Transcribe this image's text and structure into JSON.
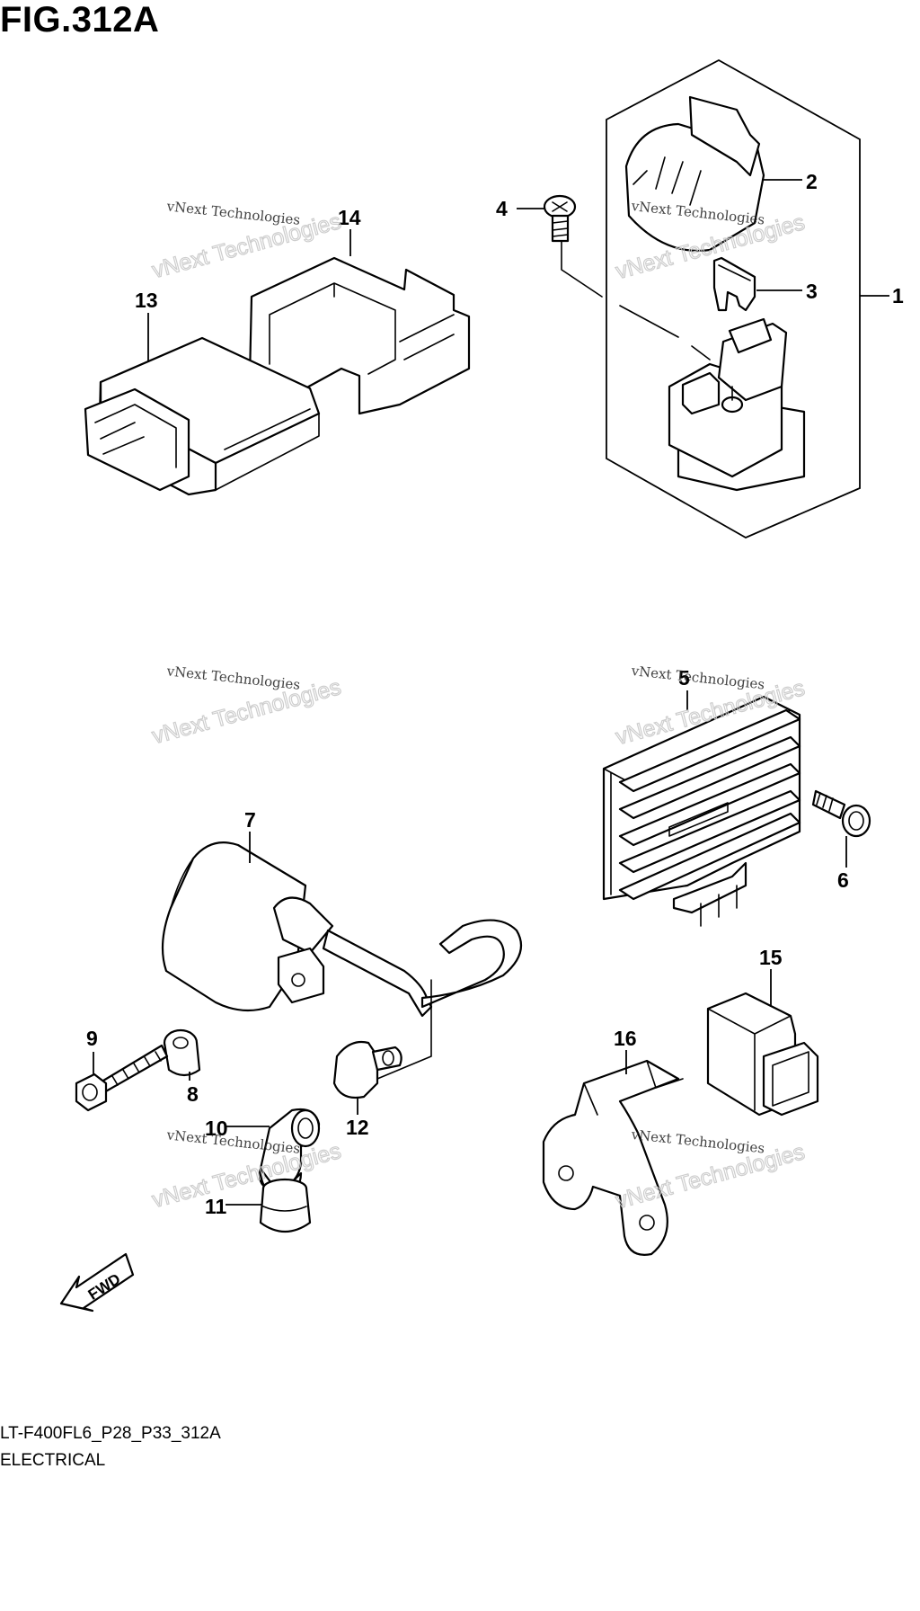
{
  "figure": {
    "title": "FIG.312A",
    "code": "LT-F400FL6_P28_P33_312A",
    "category": "ELECTRICAL"
  },
  "watermark": {
    "line1": "vNext Technologies",
    "line2": "vNext Technologies"
  },
  "fwd_label": "FWD",
  "callouts": {
    "c1": "1",
    "c2": "2",
    "c3": "3",
    "c4": "4",
    "c5": "5",
    "c6": "6",
    "c7": "7",
    "c8": "8",
    "c9": "9",
    "c10": "10",
    "c11": "11",
    "c12": "12",
    "c13": "13",
    "c14": "14",
    "c15": "15",
    "c16": "16"
  }
}
